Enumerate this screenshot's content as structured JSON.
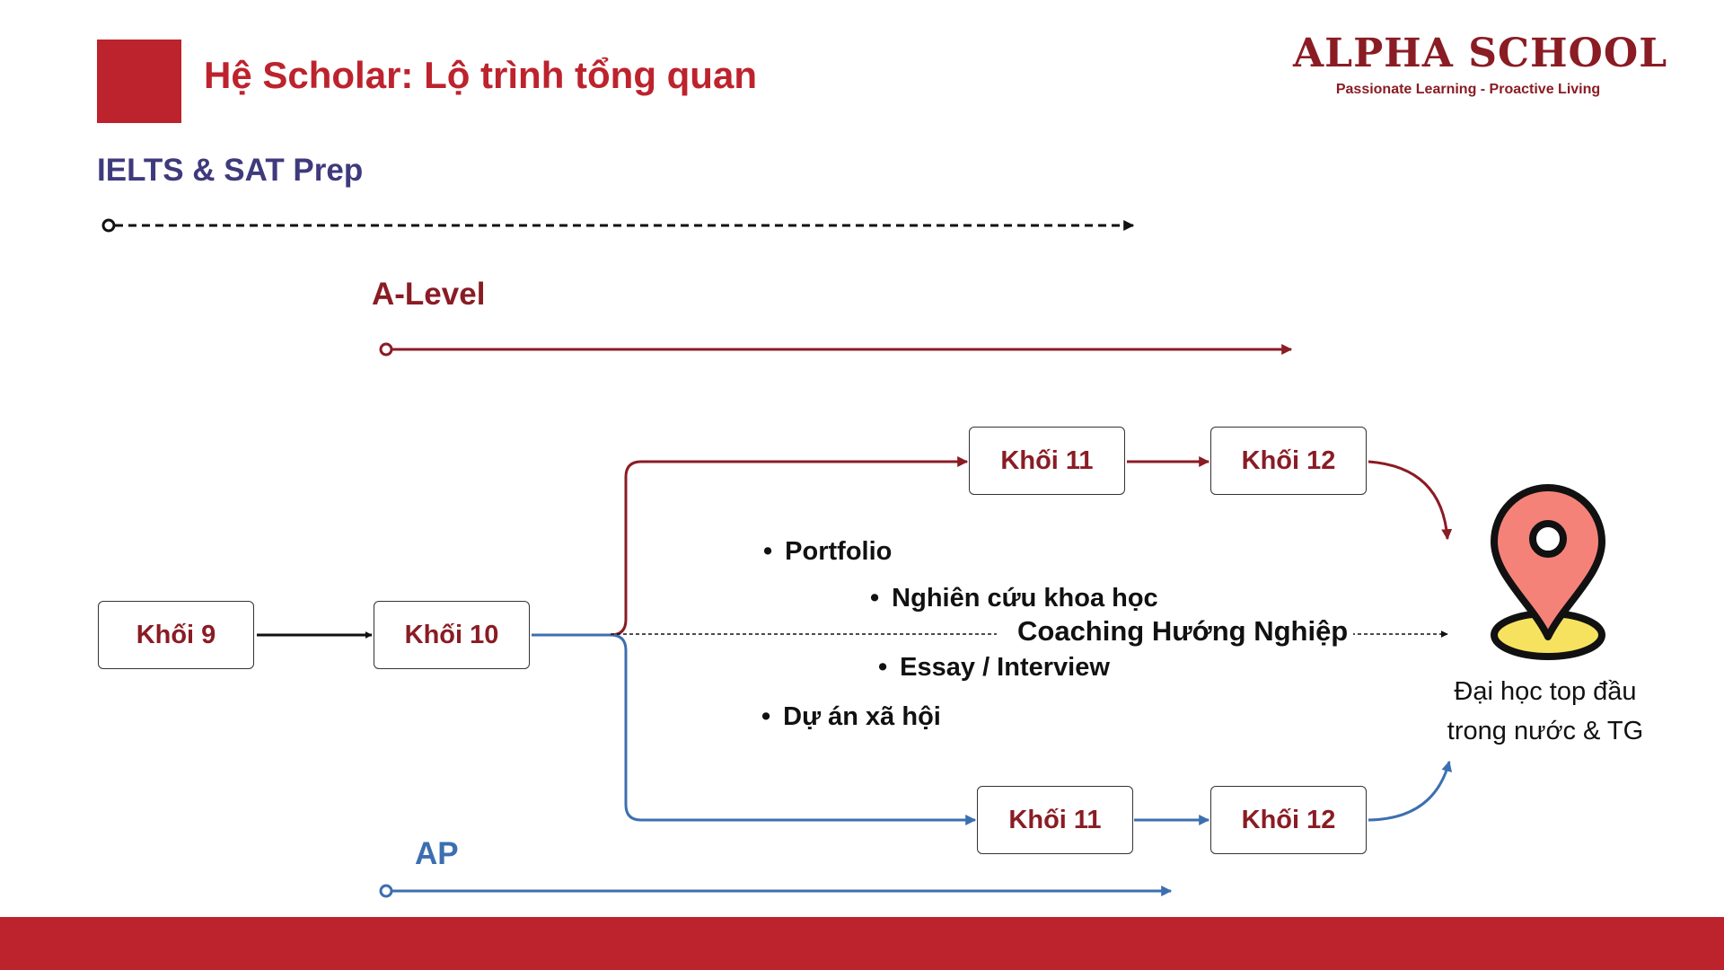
{
  "header": {
    "title": "Hệ Scholar: Lộ trình tổng quan",
    "accent_color": "#bd232d"
  },
  "logo": {
    "name": "ALPHA SCHOOL",
    "tagline": "Passionate Learning - Proactive Living"
  },
  "tracks": {
    "ielts": {
      "label": "IELTS & SAT Prep",
      "color": "#3e3a7c"
    },
    "alevel": {
      "label": "A-Level",
      "color": "#8a1c24"
    },
    "ap": {
      "label": "AP",
      "color": "#3c6fb0"
    }
  },
  "grades": {
    "g9": "Khối 9",
    "g10": "Khối 10",
    "alevel_g11": "Khối 11",
    "alevel_g12": "Khối 12",
    "ap_g11": "Khối 11",
    "ap_g12": "Khối 12"
  },
  "activities": {
    "portfolio": "Portfolio",
    "research": "Nghiên cứu khoa học",
    "coaching": "Coaching Hướng Nghiệp",
    "essay": "Essay / Interview",
    "social": "Dự án xã hội"
  },
  "destination": {
    "line1": "Đại học top đầu",
    "line2": "trong nước & TG",
    "icon": "map-pin-icon"
  }
}
